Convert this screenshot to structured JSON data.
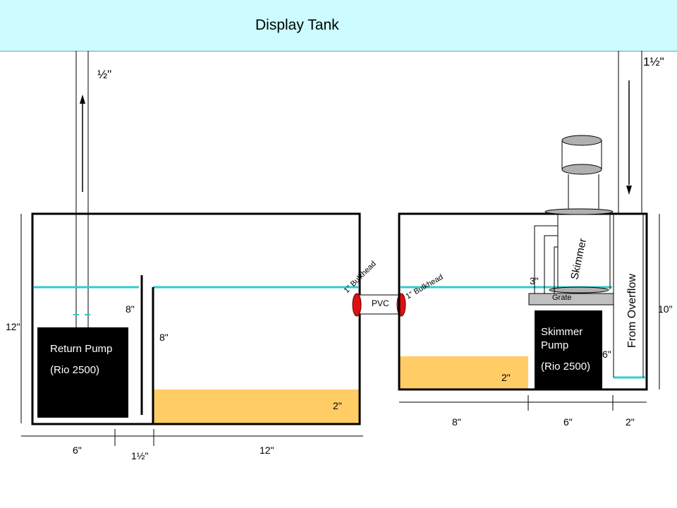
{
  "header": {
    "title": "Display Tank"
  },
  "labels": {
    "return_pipe_size": "½\"",
    "overflow_pipe_size": "1½\"",
    "left_sump_height": "12\"",
    "right_sump_height": "10\"",
    "baffle_height_upper": "8\"",
    "baffle_height_lower": "8\"",
    "sand_left": "2\"",
    "sand_right": "2\"",
    "skimmer_clearance": "3\"",
    "skimmer_pump_gap": "6\"",
    "bulkhead_left": "1\" Bulkhead",
    "bulkhead_right": "1\" Bulkhead",
    "pvc": "PVC",
    "grate": "Grate",
    "skimmer": "Skimmer",
    "from_overflow": "From Overflow",
    "return_pump_name": "Return Pump",
    "return_pump_model": "(Rio 2500)",
    "skimmer_pump_name": "Skimmer",
    "skimmer_pump_name2": "Pump",
    "skimmer_pump_model": "(Rio 2500)",
    "dim_left_1": "6\"",
    "dim_left_2": "1½\"",
    "dim_left_3": "12\"",
    "dim_right_1": "8\"",
    "dim_right_2": "6\"",
    "dim_right_3": "2\""
  },
  "colors": {
    "header_bg": "#ccfcff",
    "water_line": "#33cccc",
    "sand": "#ffcc66",
    "bulkhead": "#dd1111",
    "pump": "#000000",
    "grate": "#c0c0c0",
    "skimmer_cup": "#b0b0b0"
  }
}
